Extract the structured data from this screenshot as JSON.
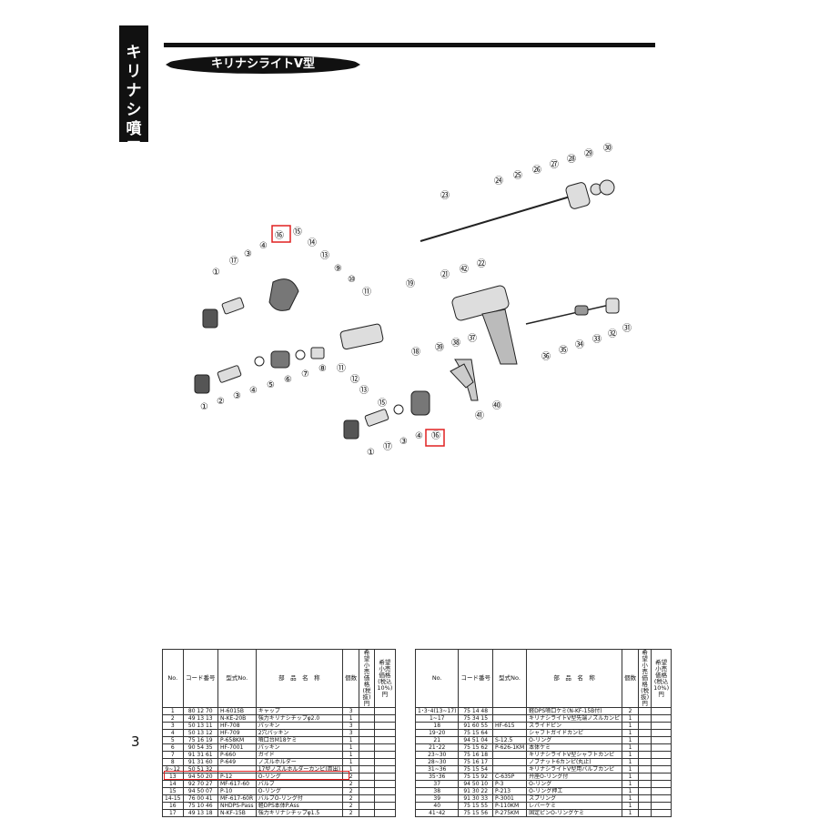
{
  "side_tab": {
    "label": [
      "キ",
      "リ",
      "ナ",
      "シ",
      "噴",
      "口"
    ]
  },
  "title": "キリナシライトV型",
  "page_number": "3",
  "highlight_color": "#e02020",
  "diagram": {
    "callouts": [
      "①",
      "⑰",
      "③",
      "④",
      "⑯",
      "⑮",
      "⑭",
      "⑬",
      "⑨",
      "⑩",
      "⑪",
      "⑲",
      "㉑",
      "㊷",
      "㉒",
      "㉓",
      "㉔",
      "㉕",
      "㉖",
      "㉗",
      "㉘",
      "㉙",
      "㉚",
      "①",
      "②",
      "③",
      "④",
      "⑤",
      "⑥",
      "⑦",
      "⑧",
      "⑱",
      "⑪",
      "⑫",
      "⑬",
      "⑮",
      "㊴",
      "㊳",
      "㊲",
      "㊱",
      "㉟",
      "㉞",
      "㉝",
      "㉜",
      "㉛",
      "㊵",
      "㊶",
      "①",
      "⑰",
      "③",
      "④",
      "⑯"
    ]
  },
  "table_headers": [
    "No.",
    "コード番号",
    "型式No.",
    "部　品　名　称",
    "個数",
    "希望小売価格(税抜)円",
    "希望小売価格(税込10%)円"
  ],
  "table_left": [
    [
      "1",
      "80 12 70",
      "H-6015B",
      "キャップ",
      "3"
    ],
    [
      "2",
      "49 13 13",
      "N-KE-20B",
      "強力キリナシチップφ2.0",
      "1"
    ],
    [
      "3",
      "50 13 11",
      "HF-708",
      "パッキン",
      "3"
    ],
    [
      "4",
      "50 13 12",
      "HF-709",
      "2穴パッキン",
      "3"
    ],
    [
      "5",
      "75 16 19",
      "P-658KM",
      "噴口台M18ケミ",
      "1"
    ],
    [
      "6",
      "90 54 35",
      "HF-7001",
      "パッキン",
      "1"
    ],
    [
      "7",
      "91 31 61",
      "P-660",
      "ガイド",
      "1"
    ],
    [
      "8",
      "91 31 60",
      "P-649",
      "ノズルホルダー",
      "1"
    ],
    [
      "9~12",
      "50 51 32",
      "",
      "17型ノズルホルダーカンピ(両出)",
      "1"
    ],
    [
      "13",
      "94 50 20",
      "P-12",
      "O-リング",
      "2"
    ],
    [
      "14",
      "92 70 27",
      "MF-617-60",
      "バルブ",
      "2"
    ],
    [
      "15",
      "94 50 07",
      "P-10",
      "O-リング",
      "2"
    ],
    [
      "14-15",
      "76 00 41",
      "MF-617-60R",
      "バルブO-リング付",
      "2"
    ],
    [
      "16",
      "75 10 46",
      "NHDPS-Pass",
      "軽DPS本体P.Ass",
      "2"
    ],
    [
      "17",
      "49 13 18",
      "N-KF-15B",
      "強力キリナシチップφ1.5",
      "2"
    ]
  ],
  "table_right": [
    [
      "1･3･4(13~17)",
      "75 14 48",
      "",
      "軽DPS噴口ケミ(N-KF-15B付)",
      "2"
    ],
    [
      "1~17",
      "75 34 15",
      "",
      "キリナシライトV型先端ノズルカンピ",
      "1"
    ],
    [
      "18",
      "91 60 55",
      "HF-615",
      "スライドピン",
      "1"
    ],
    [
      "19･20",
      "75 15 64",
      "",
      "シャフトガイドカンピ",
      "1"
    ],
    [
      "21",
      "94 51 04",
      "S-12.5",
      "O-リング",
      "1"
    ],
    [
      "21･22",
      "75 15 62",
      "P-626-1KM",
      "本体ケミ",
      "1"
    ],
    [
      "23~30",
      "75 16 18",
      "",
      "キリナシライトV型シャフトカンピ",
      "1"
    ],
    [
      "28~30",
      "75 16 17",
      "",
      "ノブナット6カンピ(丸止)",
      "1"
    ],
    [
      "31~36",
      "75 15 54",
      "",
      "キリナシライトV型用バルブカンピ",
      "1"
    ],
    [
      "35･36",
      "75 15 92",
      "C-635P",
      "弁座O-リング付",
      "1"
    ],
    [
      "37",
      "94 50 10",
      "P-3",
      "O-リング",
      "1"
    ],
    [
      "38",
      "91 30 22",
      "P-213",
      "O-リング押エ",
      "1"
    ],
    [
      "39",
      "91 30 33",
      "P-3001",
      "スプリング",
      "1"
    ],
    [
      "40",
      "75 15 55",
      "P-110KM",
      "レバーケミ",
      "1"
    ],
    [
      "41･42",
      "75 15 56",
      "P-275KM",
      "固定ピンO-リングケミ",
      "1"
    ]
  ]
}
